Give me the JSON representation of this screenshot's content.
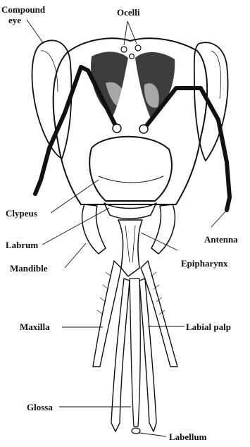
{
  "figure": {
    "subject": "insect head, anterior view",
    "labels": {
      "compound_eye_line1": "Compound",
      "compound_eye_line2": "eye",
      "ocelli": "Ocelli",
      "clypeus": "Clypeus",
      "labrum": "Labrum",
      "mandible": "Mandible",
      "antenna": "Antenna",
      "epipharynx": "Epipharynx",
      "maxilla": "Maxilla",
      "labial_palp": "Labial palp",
      "glossa": "Glossa",
      "labellum": "Labellum"
    }
  }
}
